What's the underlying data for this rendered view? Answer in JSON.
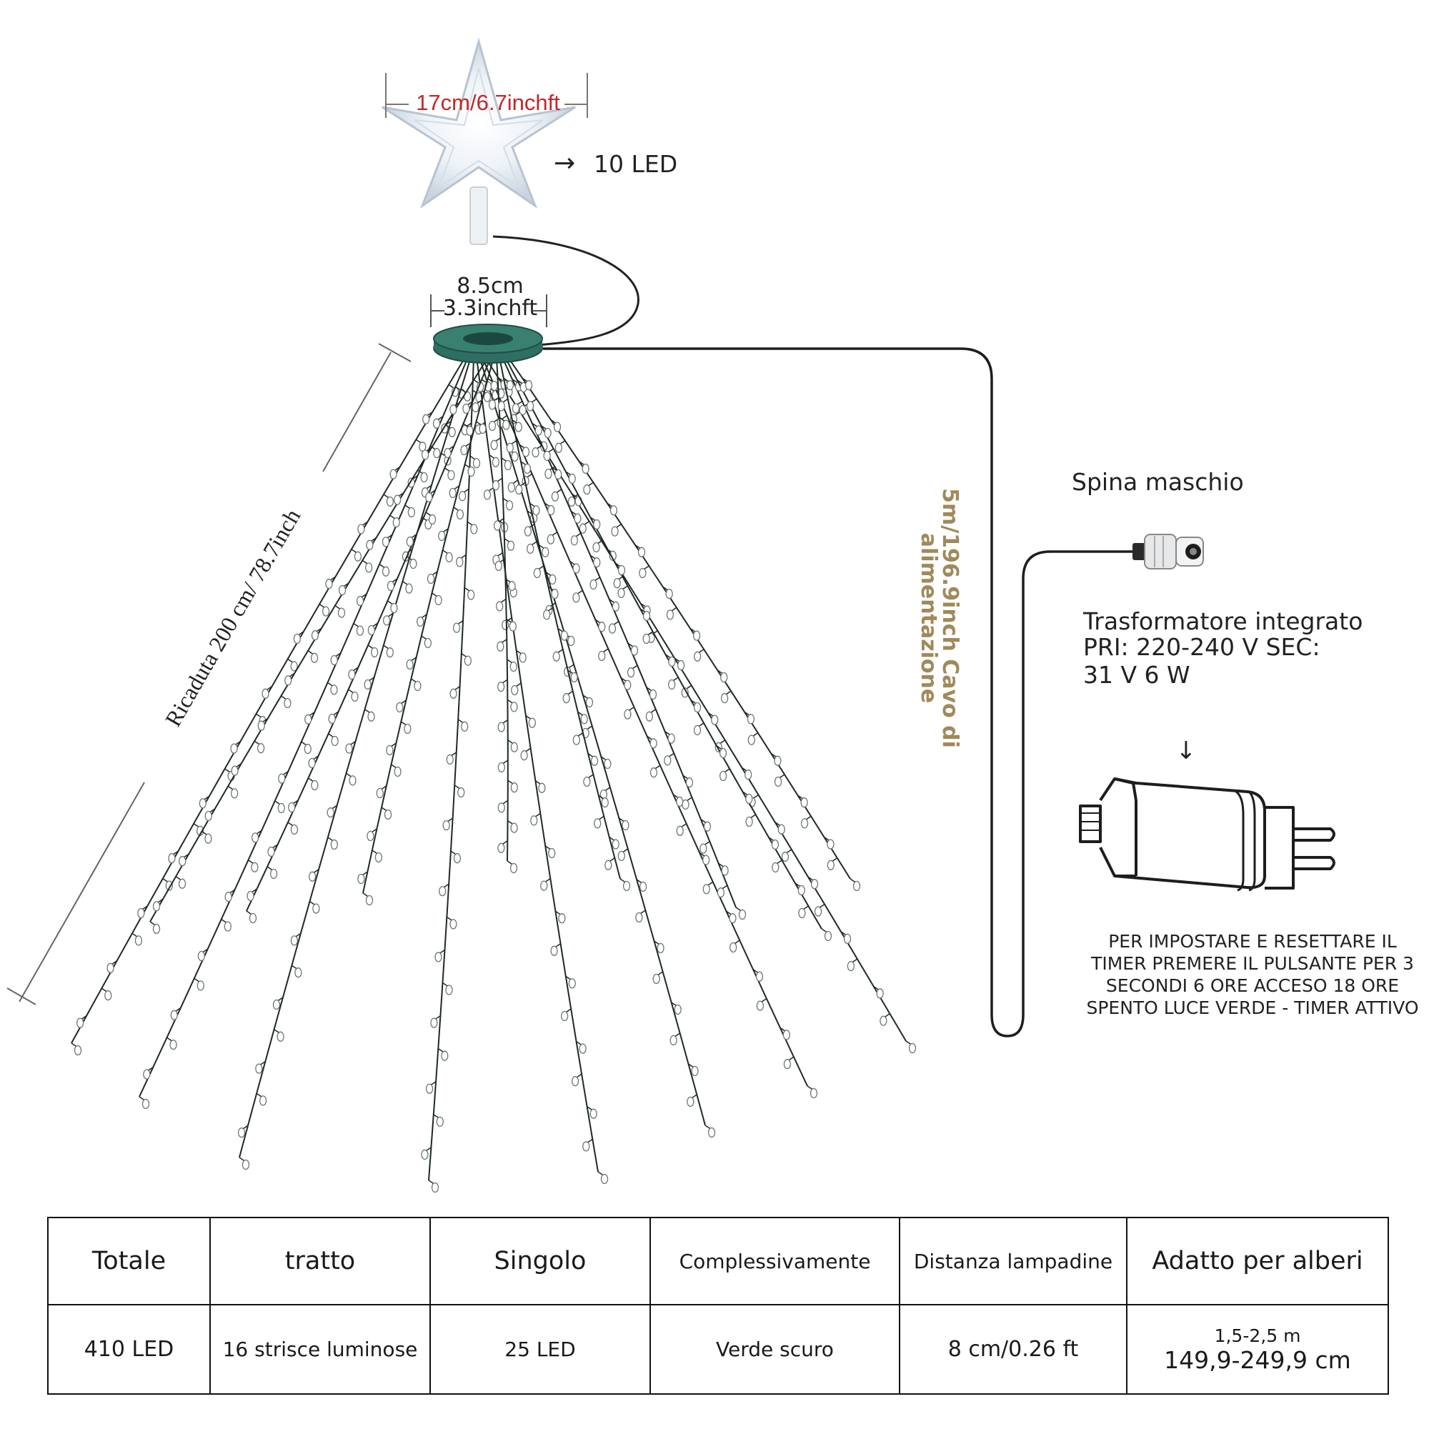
{
  "star": {
    "width_label": "17cm/6.7inchft",
    "led_label": "10 LED",
    "led_arrow": "→"
  },
  "ring": {
    "size_cm": "8.5cm",
    "size_in": "3.3inchft",
    "color": "#2f6e62"
  },
  "drop_label": "Ricaduta 200 cm/ 78.7inch",
  "cable_label_line1": "5m/196.9inch Cavo di",
  "cable_label_line2": "alimentazione",
  "plug_label": "Spina maschio",
  "transformer": {
    "title": "Trasformatore integrato",
    "spec_line1": "PRI: 220-240 V SEC:",
    "spec_line2": "31 V 6 W",
    "arrow": "↓"
  },
  "instructions": [
    "PER IMPOSTARE E RESETTARE IL",
    "TIMER PREMERE IL PULSANTE PER 3",
    "SECONDI 6 ORE ACCESO 18 ORE",
    "SPENTO LUCE VERDE - TIMER ATTIVO"
  ],
  "table": {
    "headers": [
      "Totale",
      "tratto",
      "Singolo",
      "Complessivamente",
      "Distanza lampadine",
      "Adatto per alberi"
    ],
    "values": [
      "410 LED",
      "16 strisce luminose",
      "25 LED",
      "Verde scuro",
      "8 cm/0.26 ft"
    ],
    "last_value_line1": "1,5-2,5 m",
    "last_value_line2": "149,9-249,9 cm"
  },
  "colors": {
    "dimension_red": "#c0282a",
    "cable_label": "#a0895a",
    "ring": "#2f6e62"
  },
  "string_count": 16,
  "leds_per_string": 25
}
